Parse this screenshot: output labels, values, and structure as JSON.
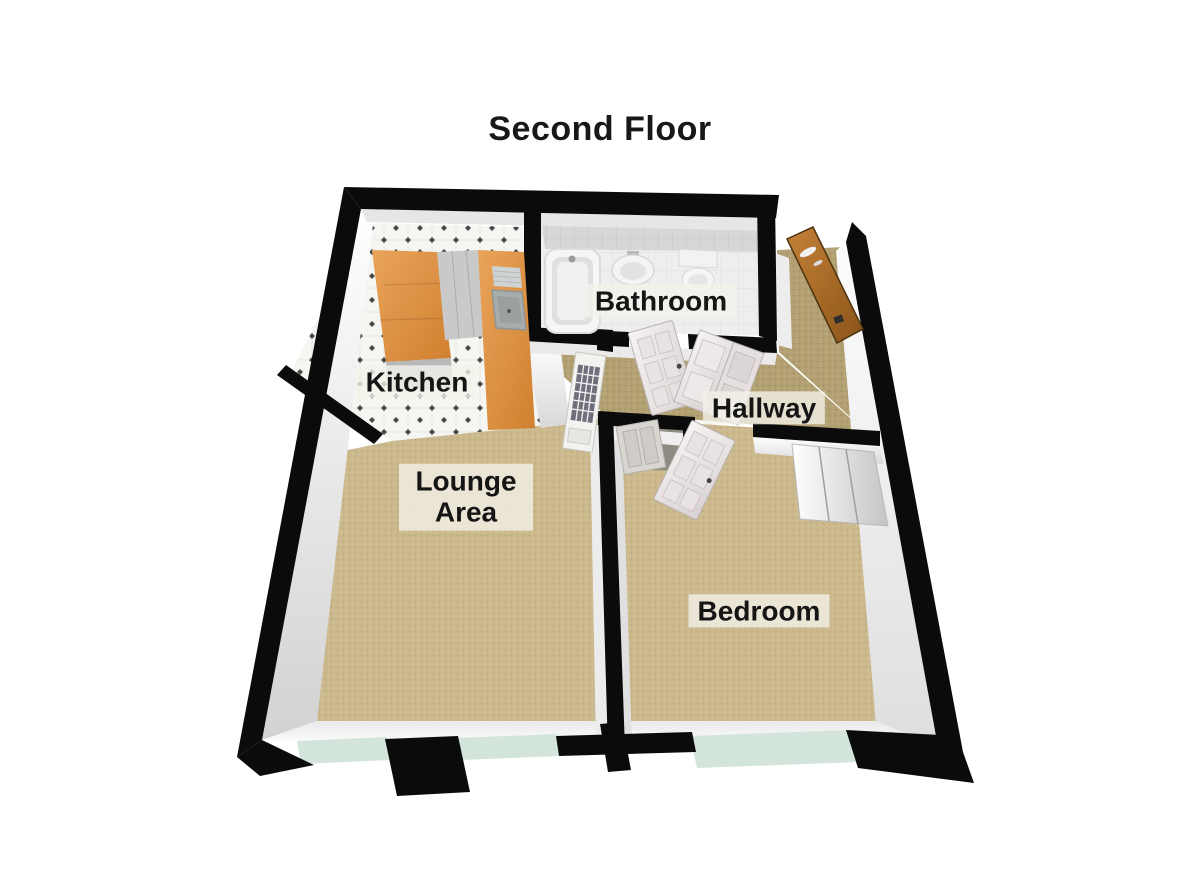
{
  "title": "Second Floor",
  "rooms": [
    {
      "id": "kitchen",
      "label": "Kitchen"
    },
    {
      "id": "bathroom",
      "label": "Bathroom"
    },
    {
      "id": "hallway",
      "label": "Hallway"
    },
    {
      "id": "lounge-area",
      "label": "Lounge Area"
    },
    {
      "id": "bedroom",
      "label": "Bedroom"
    }
  ],
  "fixtures": [
    "bathtub",
    "wash-basin",
    "toilet",
    "kitchen-worktop-left",
    "kitchen-cabinet",
    "kitchen-worktop-right",
    "kitchen-sink",
    "entry-wood-door",
    "bathroom-door",
    "cupboard-doors",
    "bedroom-door",
    "glazed-door",
    "built-in-closet",
    "lounge-window-1",
    "lounge-window-2",
    "bedroom-window"
  ],
  "colors": {
    "background": "#ffffff",
    "wall": "#0b0b0b",
    "carpet": "#cbb88c",
    "hall_floor": "#b3a173",
    "kitchen_floor": "#f5f5f2",
    "bath_tile": "#d7d7d7",
    "counter": "#dd8f45",
    "wood_door": "#b06f2c",
    "window_glass": "#d3e4da",
    "label_bg": "rgba(244,242,235,0.78)",
    "label_text": "#151515"
  }
}
